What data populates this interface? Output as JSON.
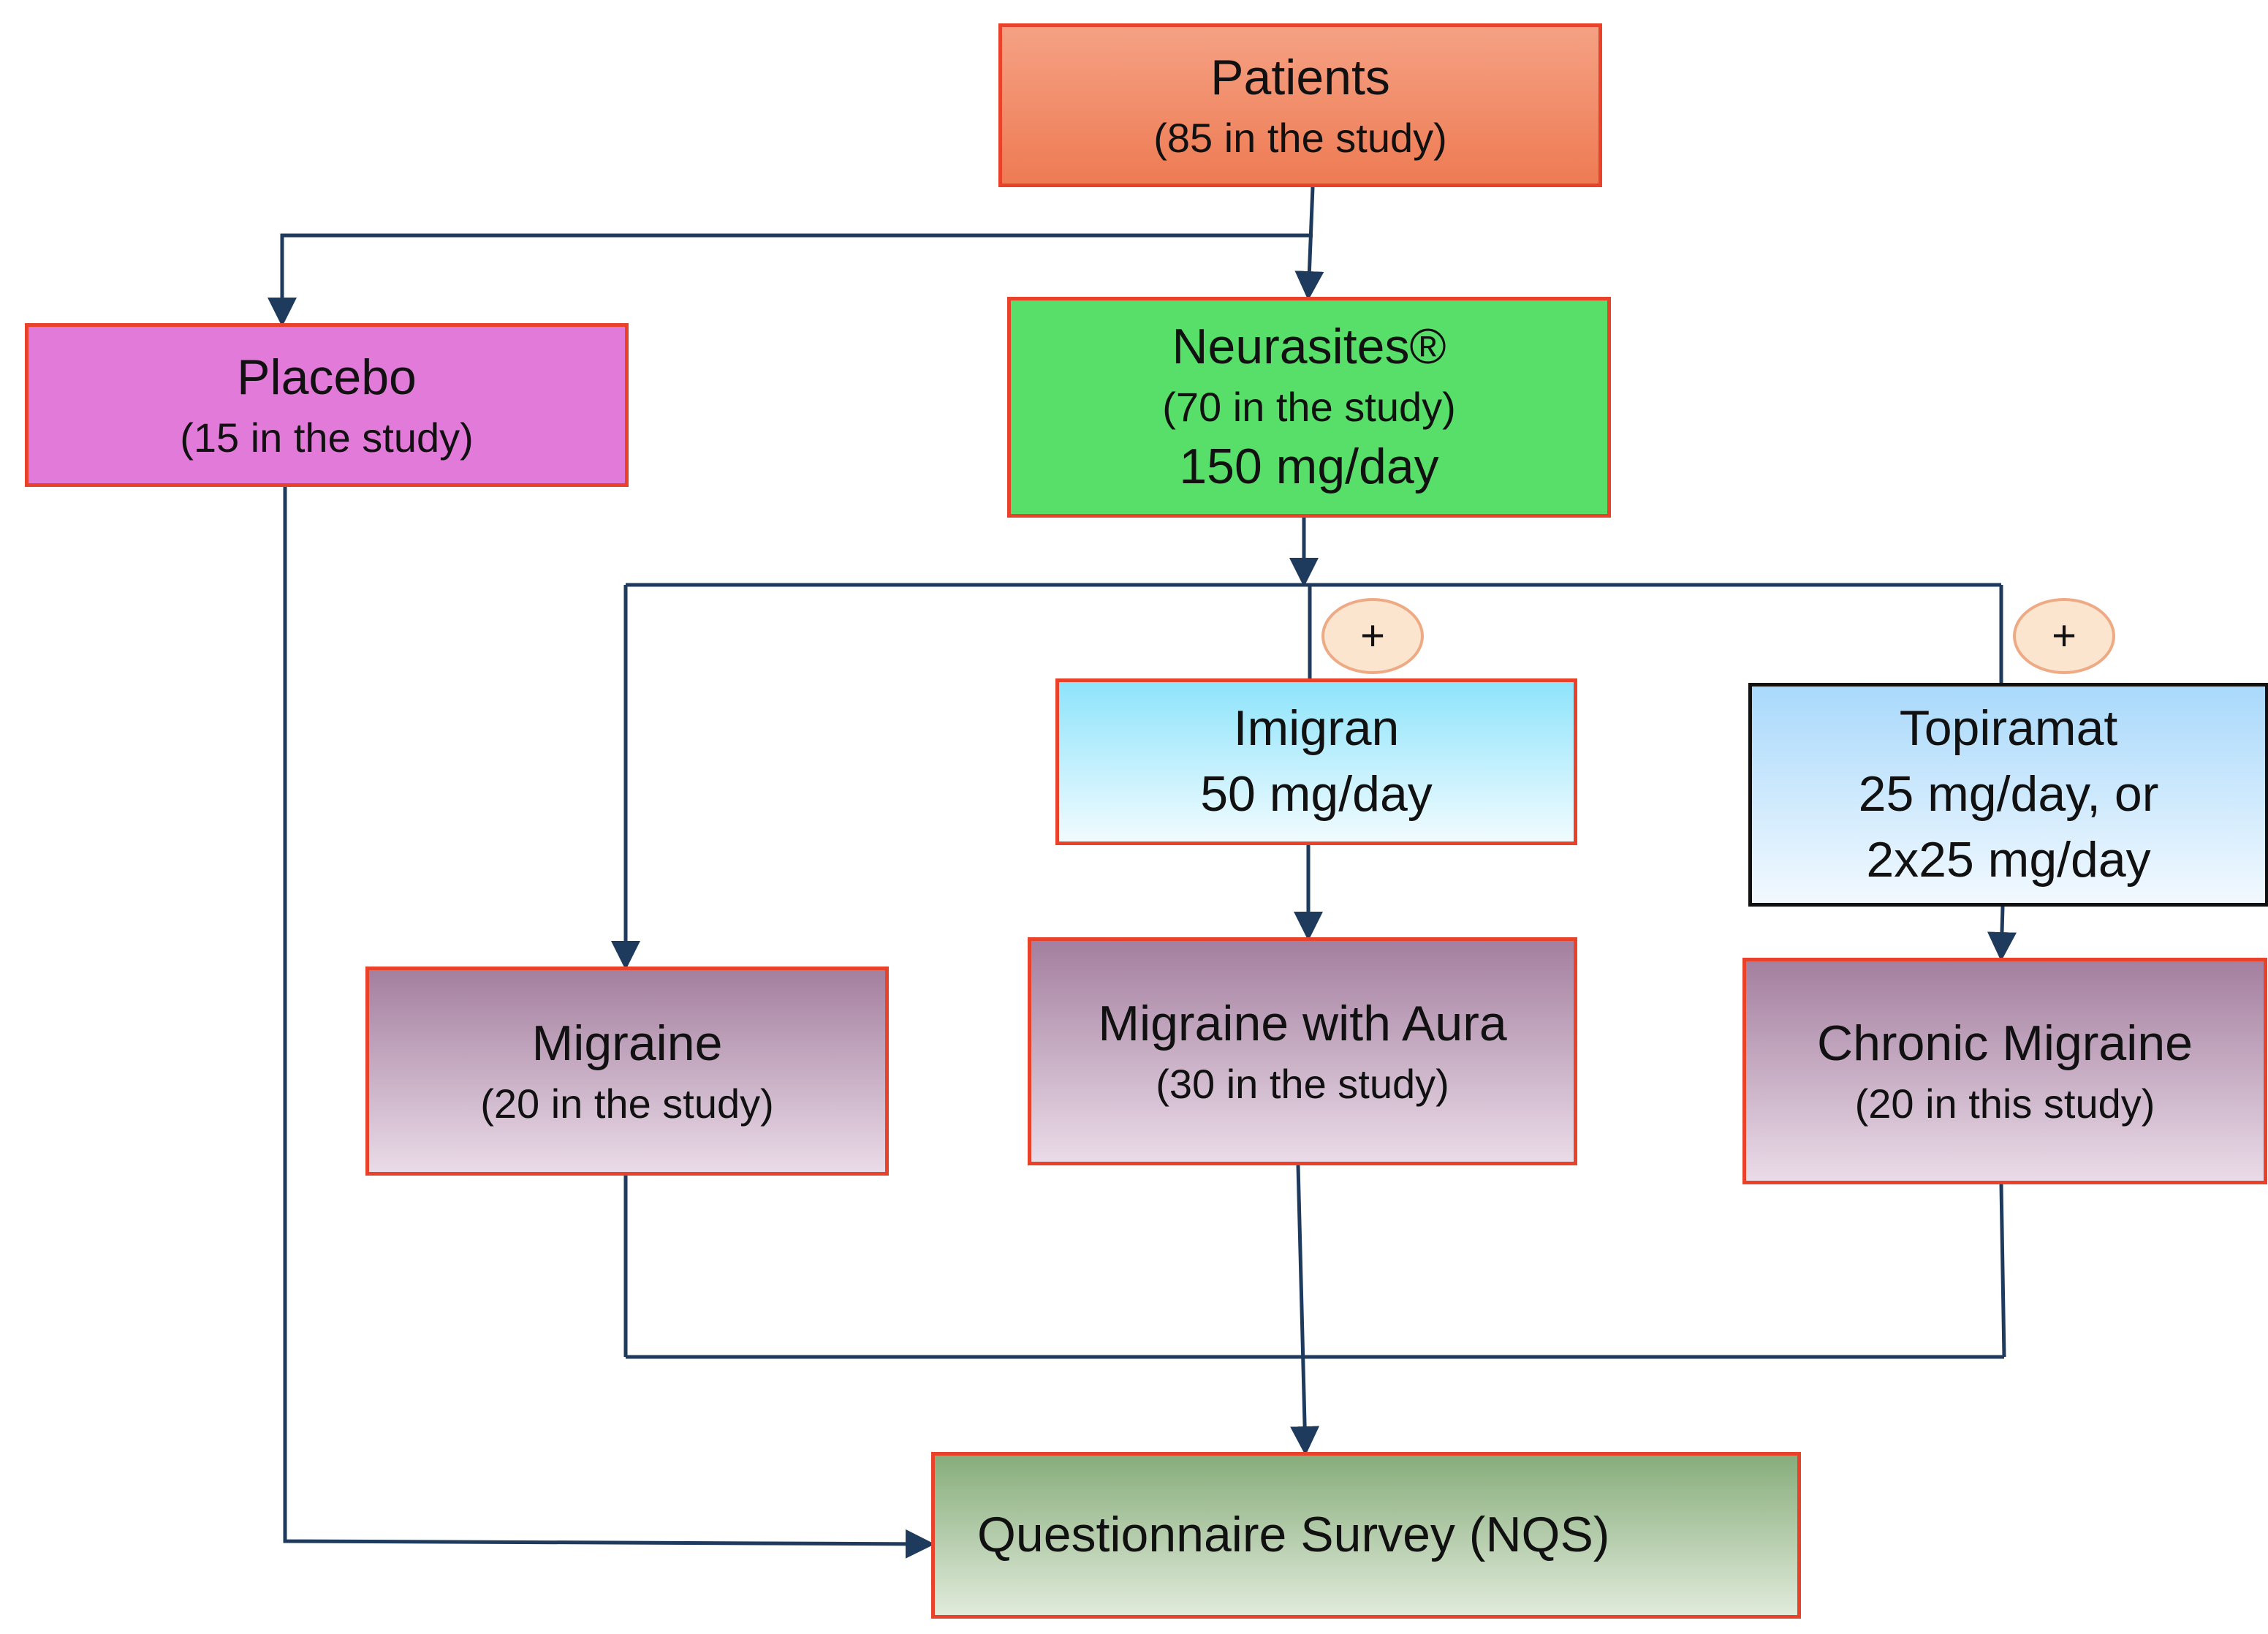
{
  "nodes": {
    "patients": {
      "title": "Patients",
      "detail": "(85 in the study)"
    },
    "placebo": {
      "title": "Placebo",
      "detail": "(15 in the study)"
    },
    "neurasites": {
      "title": "Neurasites®",
      "detail": "(70 in the study)",
      "dose": "150 mg/day"
    },
    "imigran": {
      "title": "Imigran",
      "dose": "50 mg/day"
    },
    "topiramat": {
      "title": "Topiramat",
      "dose": "25 mg/day,  or",
      "dose2": "2x25 mg/day"
    },
    "migraine": {
      "title": "Migraine",
      "detail": "(20 in the study)"
    },
    "aura": {
      "title": "Migraine with Aura",
      "detail": "(30 in the study)"
    },
    "chronic": {
      "title": "Chronic Migraine",
      "detail": "(20 in this study)"
    },
    "survey": {
      "title": "Questionnaire Survey (NQS)"
    }
  },
  "add_on_marker": "+",
  "colors": {
    "box_border": "#e8432a",
    "connector": "#1e3a5c",
    "patients_fill": "#ee7b53",
    "placebo_fill": "#e27ad9",
    "neurasites_fill": "#57df6a",
    "imigran_fill": "#8ee4fc",
    "topiramat_fill": "#a9d9fc",
    "migraine_fill": "#a47f9f",
    "survey_fill": "#87ad7b",
    "marker_fill": "#fbe5ce"
  }
}
